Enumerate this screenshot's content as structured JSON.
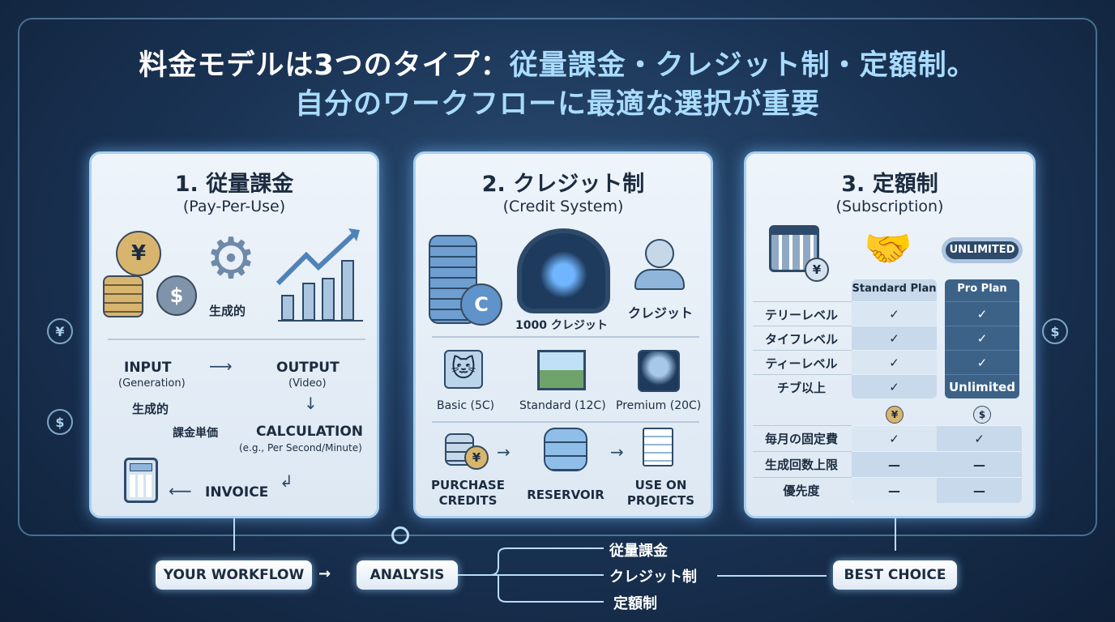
{
  "title": {
    "line1_a": "料金モデルは3つのタイプ：",
    "line1_b": "従量課金・クレジット制・定額制。",
    "line2": "自分のワークフローに最適な選択が重要"
  },
  "panel1": {
    "heading": "1. 従量課金",
    "subheading": "(Pay-Per-Use)",
    "gear_label": "生成的",
    "input": "INPUT",
    "input_sub": "(Generation)",
    "input_jp": "生成的",
    "output": "OUTPUT",
    "output_sub": "(Video)",
    "unit_price": "課金単価",
    "calculation": "CALCULATION",
    "calculation_sub": "(e.g., Per Second/Minute)",
    "invoice": "INVOICE",
    "coin_yen": "¥",
    "coin_dollar": "$"
  },
  "panel2": {
    "heading": "2. クレジット制",
    "subheading": "(Credit System)",
    "gauge_label": "1000 クレジット",
    "user_label": "クレジット",
    "tiers": [
      {
        "label": "Basic (5C)"
      },
      {
        "label": "Standard (12C)"
      },
      {
        "label": "Premium (20C)"
      }
    ],
    "steps": [
      "PURCHASE CREDITS",
      "RESERVOIR",
      "USE ON PROJECTS"
    ],
    "coin_c": "C"
  },
  "panel3": {
    "heading": "3. 定額制",
    "subheading": "(Subscription)",
    "unlimited_badge": "UNLIMITED",
    "columns": [
      "Standard Plan",
      "Pro Plan"
    ],
    "rows": [
      {
        "label": "テリーレベル",
        "standard": "✓",
        "pro": "✓"
      },
      {
        "label": "タイフレベル",
        "standard": "✓",
        "pro": "✓"
      },
      {
        "label": "ティーレベル",
        "standard": "✓",
        "pro": "✓"
      },
      {
        "label": "チブ以上",
        "standard": "✓",
        "pro": "Unlimited"
      }
    ],
    "currency": [
      "¥",
      "$"
    ],
    "rows2": [
      {
        "label": "毎月の固定費",
        "standard": "✓",
        "pro": "✓"
      },
      {
        "label": "生成回数上限",
        "standard": "—",
        "pro": "—"
      },
      {
        "label": "優先度",
        "standard": "—",
        "pro": "—"
      }
    ]
  },
  "flow": {
    "workflow": "YOUR WORKFLOW",
    "analysis": "ANALYSIS",
    "options": [
      "従量課金",
      "クレジット制",
      "定額制"
    ],
    "best": "BEST CHOICE"
  },
  "side": {
    "left_icons": [
      "¥",
      "$"
    ],
    "right_icon": "$"
  },
  "colors": {
    "accent": "#a9dcff",
    "pro_plan": "#3d6288",
    "standard_plan": "#c7d9ea",
    "gold": "#d8b56e"
  }
}
